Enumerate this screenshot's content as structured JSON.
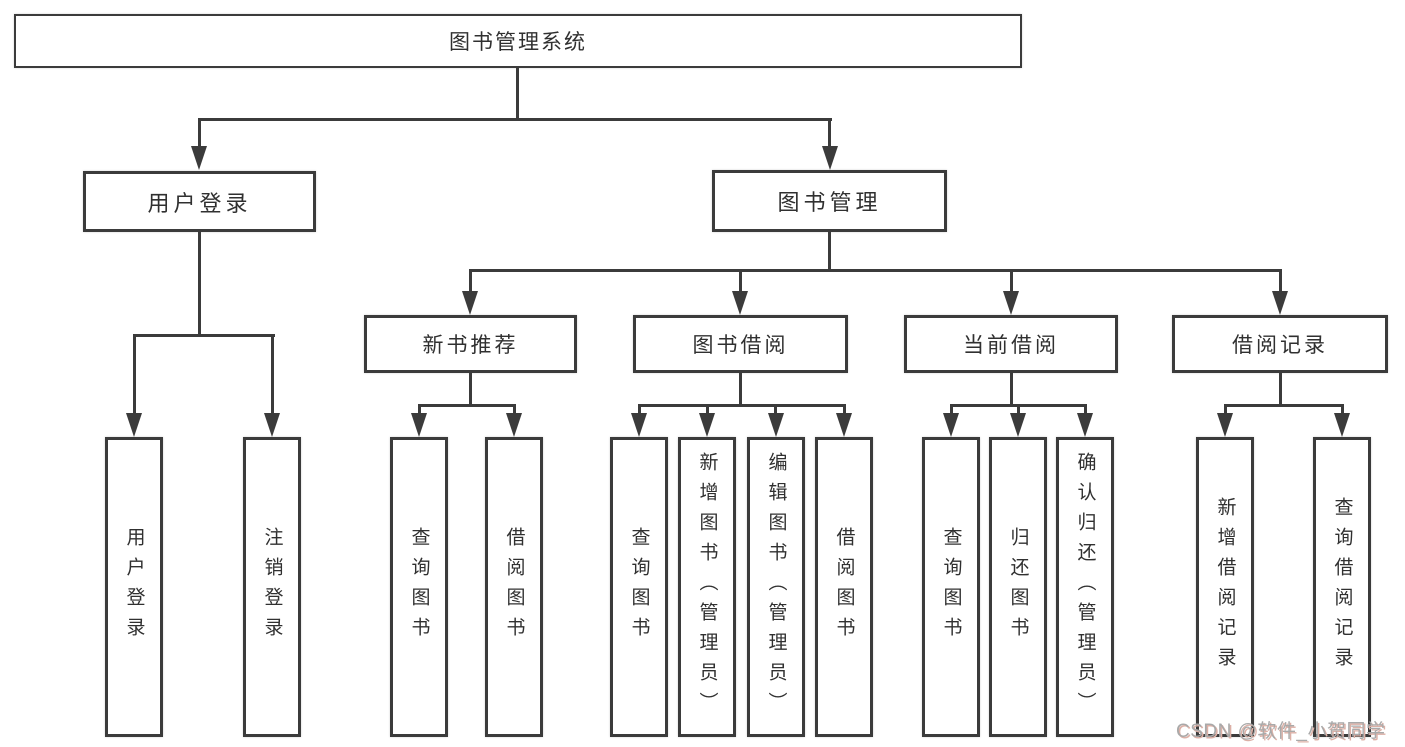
{
  "title": {
    "label": "图书管理系统"
  },
  "level2": [
    {
      "id": "user-login",
      "label": "用户登录"
    },
    {
      "id": "book-management",
      "label": "图书管理"
    }
  ],
  "level3": [
    {
      "id": "new-book-recommendation",
      "label": "新书推荐",
      "parent": "图书管理"
    },
    {
      "id": "book-borrowing",
      "label": "图书借阅",
      "parent": "图书管理"
    },
    {
      "id": "current-borrowing",
      "label": "当前借阅",
      "parent": "图书管理"
    },
    {
      "id": "borrowing-records",
      "label": "借阅记录",
      "parent": "图书管理"
    }
  ],
  "leaves": [
    {
      "id": "user-login-leaf",
      "label": "用户登录",
      "parent": "用户登录"
    },
    {
      "id": "logout",
      "label": "注销登录",
      "parent": "用户登录"
    },
    {
      "id": "query-books-recommend",
      "label": "查询图书",
      "parent": "新书推荐"
    },
    {
      "id": "borrow-books-recommend",
      "label": "借阅图书",
      "parent": "新书推荐"
    },
    {
      "id": "query-books-borrowing",
      "label": "查询图书",
      "parent": "图书借阅"
    },
    {
      "id": "add-books-admin",
      "label": "新增图书（管理员）",
      "parent": "图书借阅"
    },
    {
      "id": "edit-books-admin",
      "label": "编辑图书（管理员）",
      "parent": "图书借阅"
    },
    {
      "id": "borrow-books-borrowing",
      "label": "借阅图书",
      "parent": "图书借阅"
    },
    {
      "id": "query-books-current",
      "label": "查询图书",
      "parent": "当前借阅"
    },
    {
      "id": "return-books",
      "label": "归还图书",
      "parent": "当前借阅"
    },
    {
      "id": "confirm-return-admin",
      "label": "确认归还（管理员）",
      "parent": "当前借阅"
    },
    {
      "id": "add-borrow-record",
      "label": "新增借阅记录",
      "parent": "借阅记录"
    },
    {
      "id": "query-borrow-record",
      "label": "查询借阅记录",
      "parent": "借阅记录"
    }
  ],
  "watermark": {
    "text": "CSDN @软件_小贺同学"
  },
  "colors": {
    "line": "#3b3b3b",
    "box_border": "#3b3b3b",
    "text": "#303030",
    "watermark": "#a9a9a9",
    "background": "#ffffff"
  }
}
